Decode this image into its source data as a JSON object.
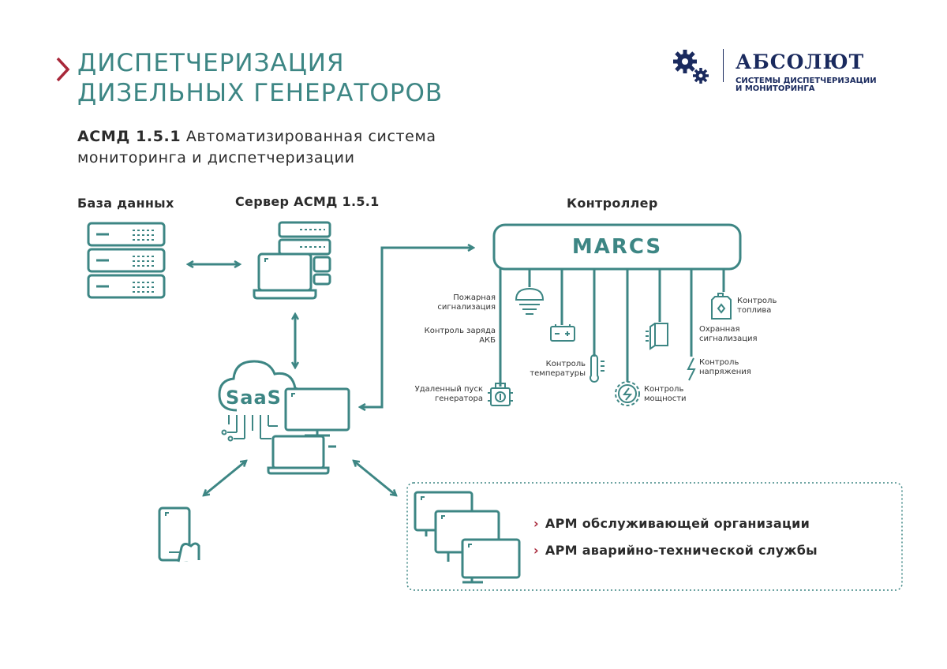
{
  "header": {
    "title_line1": "ДИСПЕТЧЕРИЗАЦИЯ",
    "title_line2": "ДИЗЕЛЬНЫХ ГЕНЕРАТОРОВ",
    "subtitle_bold": "АСМД 1.5.1",
    "subtitle_rest": " Автоматизированная система",
    "subtitle_line2": "мониторинга и диспетчеризации"
  },
  "logo": {
    "name": "АБСОЛЮТ",
    "tagline_line1": "СИСТЕМЫ ДИСПЕТЧЕРИЗАЦИИ",
    "tagline_line2": "И МОНИТОРИНГА"
  },
  "diagram": {
    "database_label": "База данных",
    "server_label": "Сервер АСМД 1.5.1",
    "controller_label": "Контроллер",
    "controller_name": "MARCS",
    "cloud_label": "SaaS",
    "sensors": {
      "fire_line1": "Пожарная",
      "fire_line2": "сигнализация",
      "battery_line1": "Контроль заряда",
      "battery_line2": "АКБ",
      "remote_line1": "Удаленный пуск",
      "remote_line2": "генератора",
      "temp_line1": "Контроль",
      "temp_line2": "температуры",
      "power_line1": "Контроль",
      "power_line2": "мощности",
      "security_line1": "Охранная",
      "security_line2": "сигнализация",
      "voltage_line1": "Контроль",
      "voltage_line2": "напряжения",
      "fuel_line1": "Контроль",
      "fuel_line2": "топлива"
    },
    "arm_items": [
      "АРМ обслуживающей организации",
      "АРМ аварийно-технической службы"
    ]
  },
  "colors": {
    "teal": "#3d8684",
    "accent_red": "#a8283a",
    "logo_navy": "#1a2a5e",
    "text": "#2b2b2b"
  }
}
